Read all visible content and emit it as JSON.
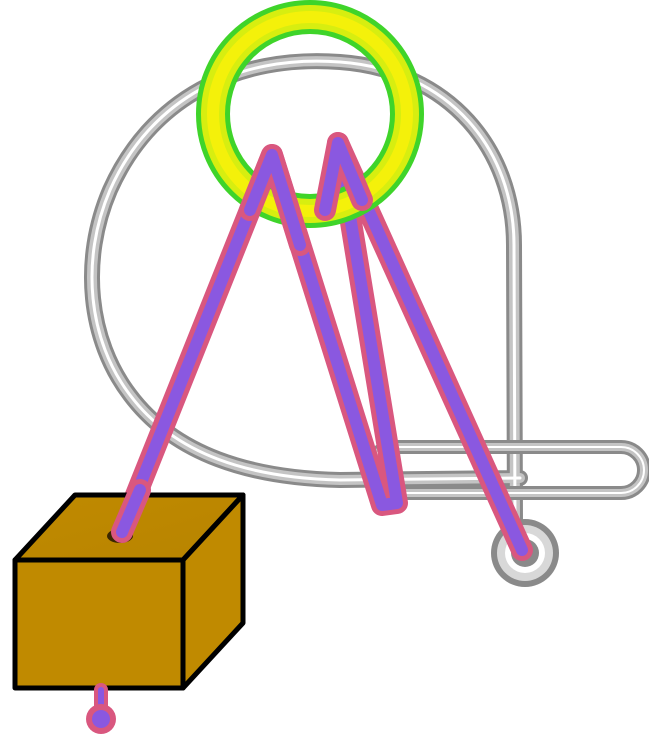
{
  "colors": {
    "background": "#ffffff",
    "wire_outer": "#8a8a8a",
    "wire_mid": "#c4c4c4",
    "wire_highlight": "#ffffff",
    "ring_outer": "#3fd42a",
    "ring_inner": "#f4f10a",
    "cord_outline": "#d9577f",
    "cord_fill": "#8a58e0",
    "box_face": "#c08a00",
    "box_edge": "#000000",
    "hole": "#3a2600"
  },
  "parts": {
    "wire_loop": "wire-loop",
    "ring": "ring",
    "cord": "cord",
    "bar": "slot-bar",
    "end_bead": "end-bead",
    "weight": "weight-cube"
  }
}
